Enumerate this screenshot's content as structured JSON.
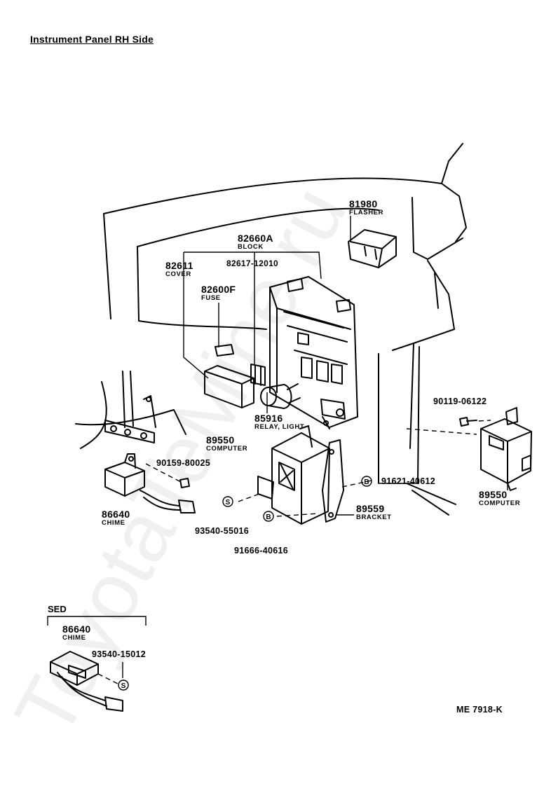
{
  "title": "Instrument Panel RH Side",
  "parts": [
    {
      "id": "flasher",
      "number": "81980",
      "name": "FLASHER"
    },
    {
      "id": "block",
      "number": "82660A",
      "name": "BLOCK"
    },
    {
      "id": "cover",
      "number": "82611",
      "name": "COVER"
    },
    {
      "id": "fuse-clip",
      "number": "82617-12010",
      "name": ""
    },
    {
      "id": "fuse",
      "number": "82600F",
      "name": "FUSE"
    },
    {
      "id": "relay",
      "number": "85916",
      "name": "RELAY, LIGHT"
    },
    {
      "id": "screw-right",
      "number": "90119-06122",
      "name": ""
    },
    {
      "id": "computer-center",
      "number": "89550",
      "name": "COMPUTER"
    },
    {
      "id": "screw-left",
      "number": "90159-80025",
      "name": ""
    },
    {
      "id": "bolt-b-right",
      "number": "91621-40612",
      "name": ""
    },
    {
      "id": "chime",
      "number": "86640",
      "name": "CHIME"
    },
    {
      "id": "bracket",
      "number": "89559",
      "name": "BRACKET"
    },
    {
      "id": "computer-right",
      "number": "89550",
      "name": "COMPUTER"
    },
    {
      "id": "screw-s",
      "number": "93540-55016",
      "name": ""
    },
    {
      "id": "bolt-b-bottom",
      "number": "91666-40616",
      "name": ""
    },
    {
      "id": "chime-sed",
      "number": "86640",
      "name": "CHIME"
    },
    {
      "id": "screw-s-sed",
      "number": "93540-15012",
      "name": ""
    }
  ],
  "callouts": {
    "S": "S",
    "B": "B"
  },
  "section_label": "SED",
  "reference": "ME 7918-K",
  "watermark": "ToyotaTeMine.ru"
}
